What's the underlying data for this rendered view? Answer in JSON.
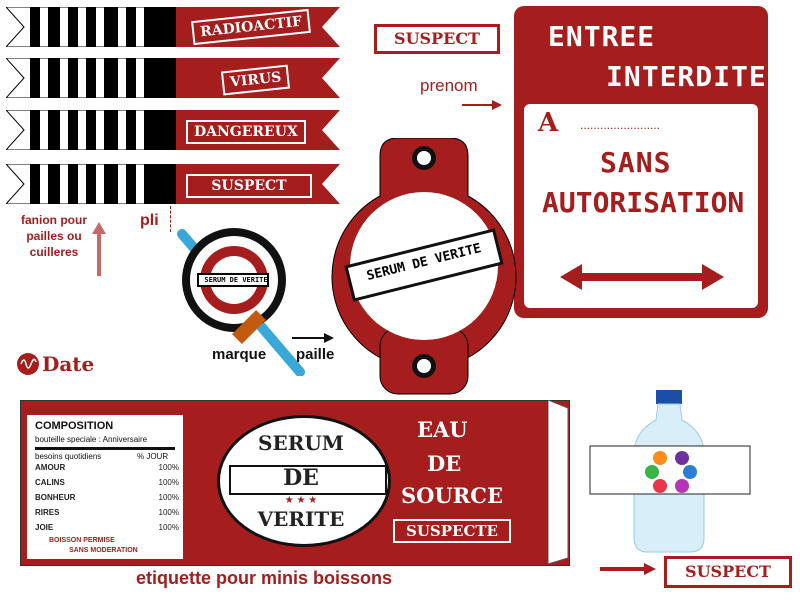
{
  "pennants": [
    "RADIOACTIF",
    "VIRUS",
    "DANGEREUX",
    "SUSPECT"
  ],
  "pennant_caption": "fanion pour pailles ou cuilleres",
  "fold_label": "pli",
  "suspect_stamp": "SUSPECT",
  "prenom_label": "prenom",
  "sign": {
    "line1": "ENTREE",
    "line2": "INTERDITE",
    "name_prefix": "A",
    "name_dots": "........................",
    "line3": "SANS",
    "line4": "AUTORISATION"
  },
  "tag_label": "SERUM DE VERITE",
  "marque_label": "marque",
  "paille_label": "paille",
  "date_label": "Date",
  "bottle_label": {
    "composition_title": "COMPOSITION",
    "bottle_line": "bouteille speciale : Anniversaire",
    "header_left": "besoins quotidiens",
    "header_right": "% JOUR",
    "rows": [
      {
        "name": "AMOUR",
        "value": "100%"
      },
      {
        "name": "CALINS",
        "value": "100%"
      },
      {
        "name": "BONHEUR",
        "value": "100%"
      },
      {
        "name": "RIRES",
        "value": "100%"
      },
      {
        "name": "JOIE",
        "value": "100%"
      }
    ],
    "footer1": "BOISSON PERMISE",
    "footer2": "SANS MODERATION",
    "seal_top": "SERUM",
    "seal_mid": "DE",
    "seal_bottom": "VERITE",
    "seal_stars": "★ ★ ★",
    "right_line1": "EAU",
    "right_line2": "DE",
    "right_line3": "SOURCE",
    "right_stamp": "SUSPECTE"
  },
  "label_caption": "etiquette pour minis boissons",
  "colors": {
    "brand_red": "#a51d1d",
    "black": "#000000",
    "white": "#ffffff",
    "straw_blue": "#38a8d8"
  }
}
